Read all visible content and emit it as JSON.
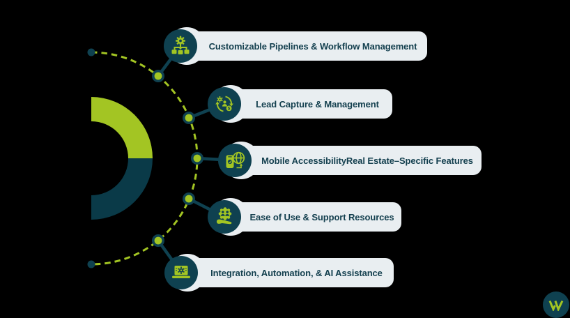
{
  "items": [
    {
      "label": "Customizable Pipelines & Workflow Management",
      "icon": "workflow-gear-icon"
    },
    {
      "label": "Lead Capture & Management",
      "icon": "lead-cycle-icon"
    },
    {
      "label": "Mobile AccessibilityReal Estate–Specific Features",
      "icon": "mobile-globe-icon"
    },
    {
      "label": "Ease of Use & Support Resources",
      "icon": "support-hand-gear-icon"
    },
    {
      "label": "Integration, Automation, & AI Assistance",
      "icon": "laptop-ai-icon"
    }
  ],
  "diagram": {
    "type": "radial-feature-infographic",
    "donut_segments": [
      "green-top-half",
      "teal-bottom-half"
    ],
    "node_count": 5
  },
  "colors": {
    "background": "#000000",
    "accent_green": "#a3c523",
    "dark_teal": "#0d3d4a",
    "icon_circle_teal": "#0f4150",
    "pill_background": "#e9eef1",
    "label_text": "#14404f"
  },
  "logo": {
    "name": "w-brand-logo"
  }
}
